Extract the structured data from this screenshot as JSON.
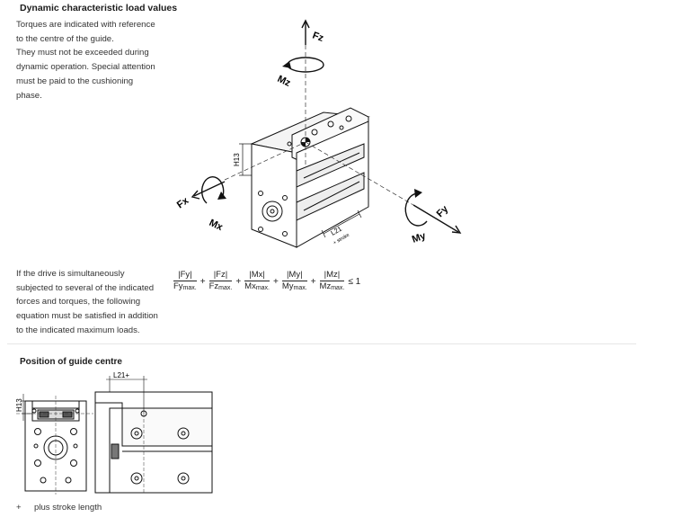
{
  "section_title": "Dynamic characteristic load values",
  "intro_lines": [
    "Torques are indicated with reference",
    "to the centre of the guide.",
    "They must not be exceeded during",
    "dynamic operation. Special attention",
    "must be paid to the cushioning",
    "phase."
  ],
  "combined_lines": [
    "If the drive is simultaneously",
    "subjected to several of the indicated",
    "forces and torques, the following",
    "equation must be satisfied in addition",
    "to the indicated maximum loads."
  ],
  "formula": {
    "terms": [
      {
        "num": "|Fy|",
        "den": "Fy",
        "sub": "max."
      },
      {
        "num": "|Fz|",
        "den": "Fz",
        "sub": "max."
      },
      {
        "num": "|Mx|",
        "den": "Mx",
        "sub": "max."
      },
      {
        "num": "|My|",
        "den": "My",
        "sub": "max."
      },
      {
        "num": "|Mz|",
        "den": "Mz",
        "sub": "max."
      }
    ],
    "plus": "+",
    "relation": "≤ 1"
  },
  "iso_labels": {
    "fz": "Fz",
    "mz": "Mz",
    "fx": "Fx",
    "mx": "Mx",
    "fy": "Fy",
    "my": "My",
    "h13": "H13",
    "l21": "L21",
    "l21_sub": "+ stroke"
  },
  "guide_centre_title": "Position of guide centre",
  "drawing_labels": {
    "h13": "H13",
    "l21": "L21+"
  },
  "footnote": {
    "marker": "+",
    "text": "plus stroke length"
  }
}
